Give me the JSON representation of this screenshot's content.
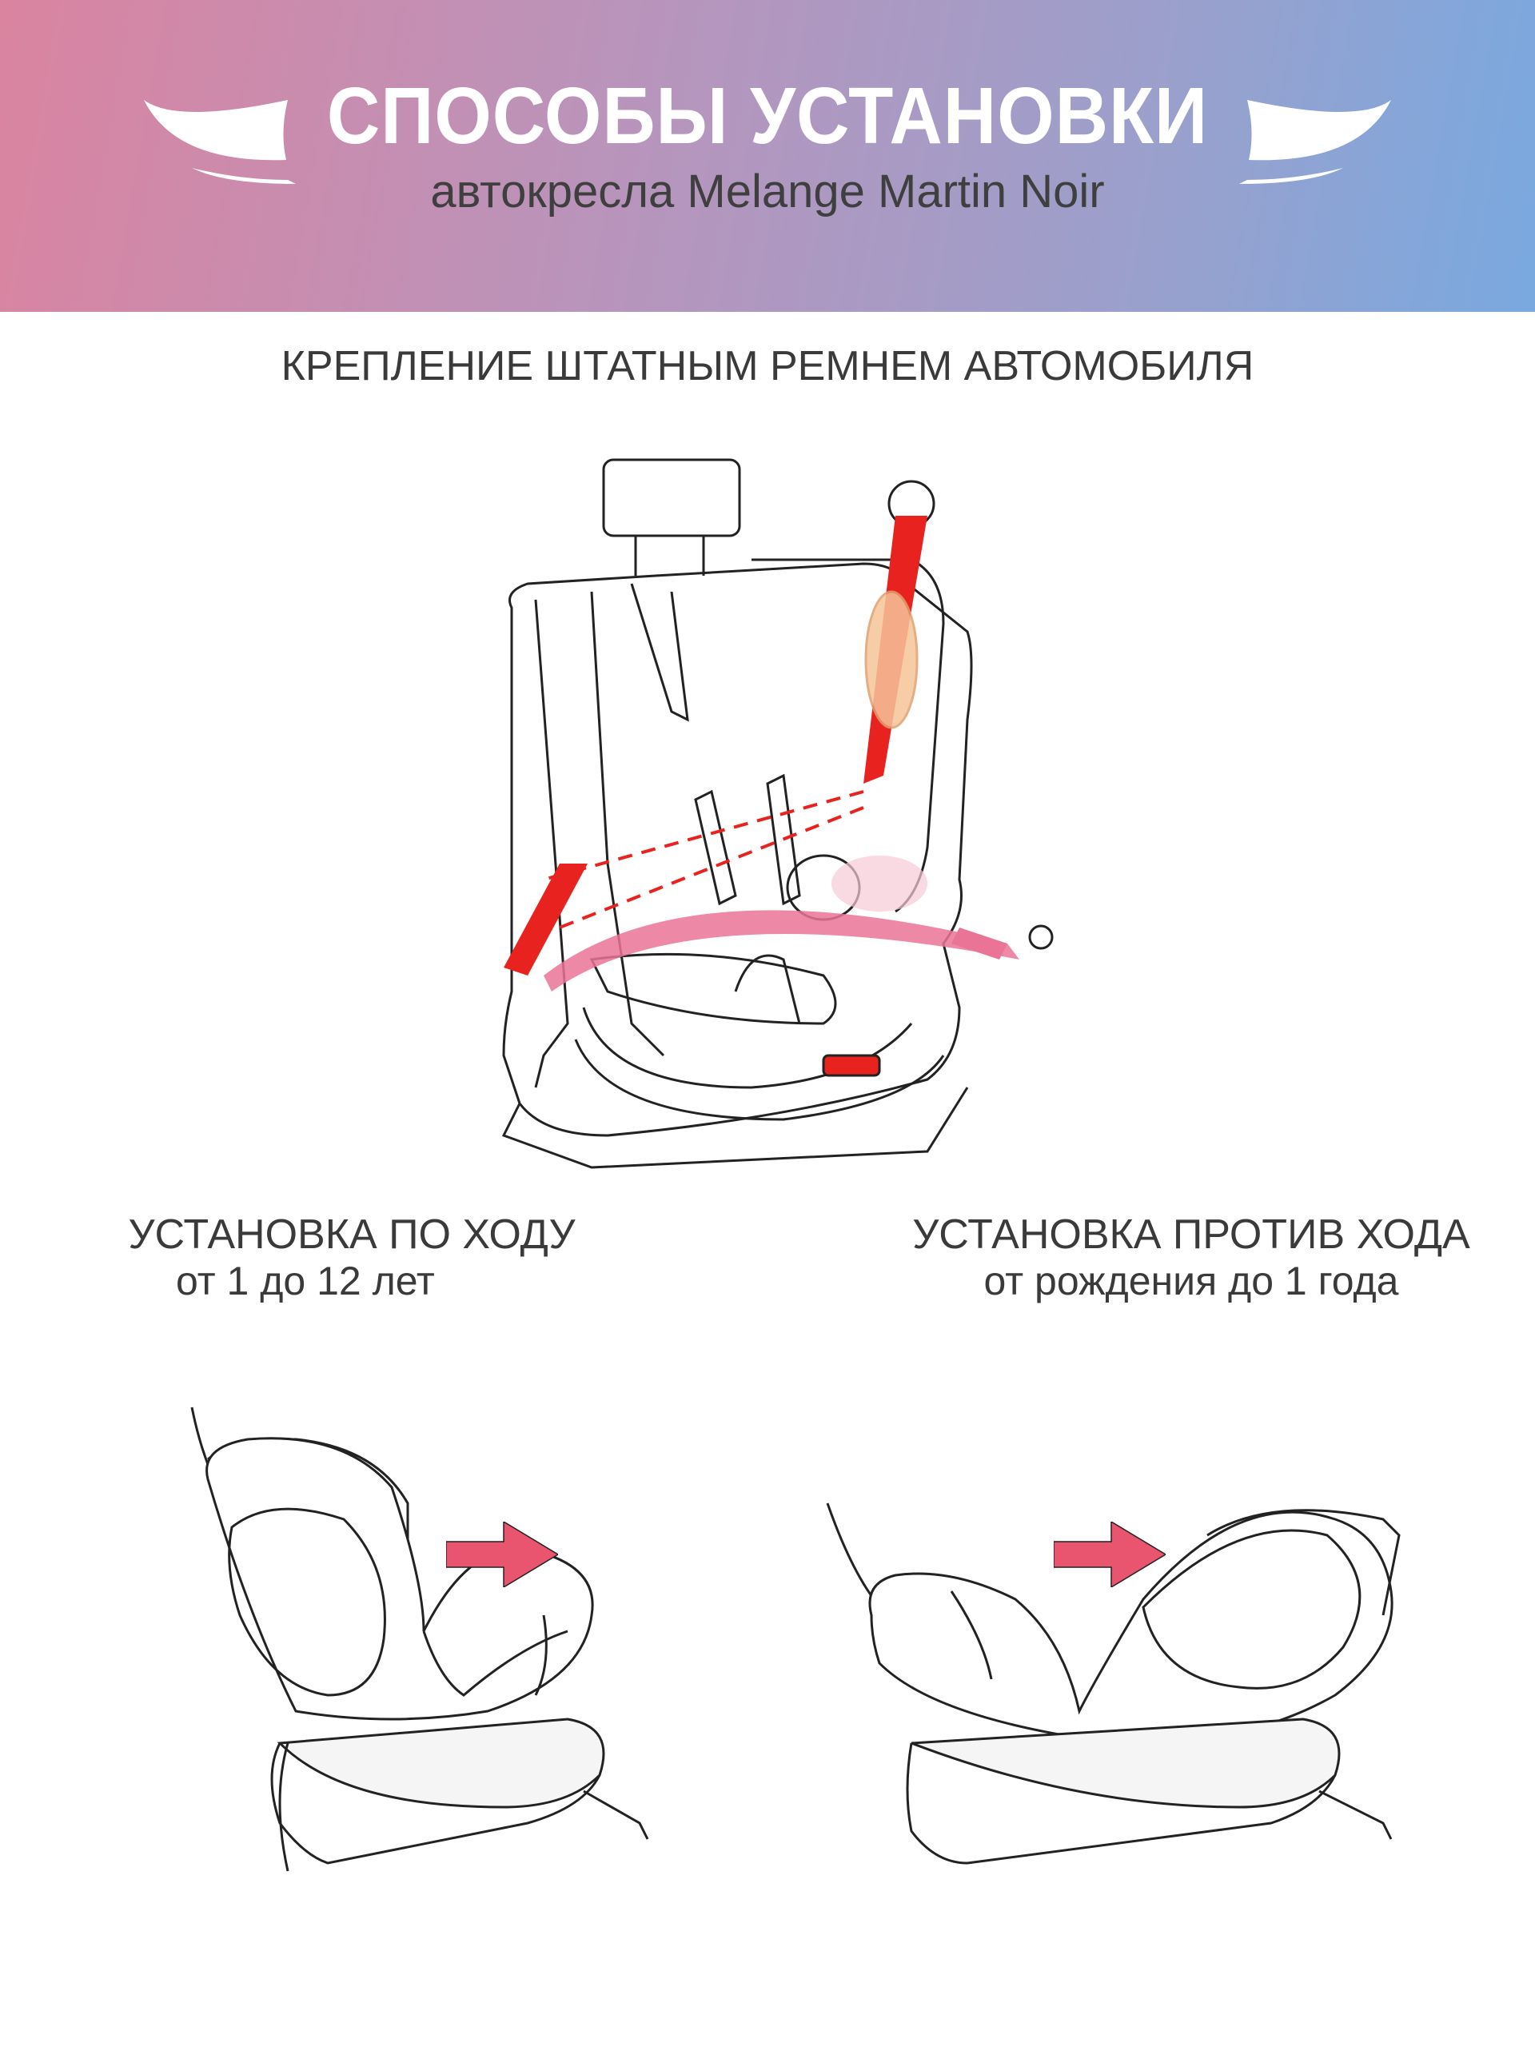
{
  "header": {
    "title": "СПОСОБЫ УСТАНОВКИ",
    "subtitle": "автокресла Melange Martin Noir"
  },
  "section": {
    "heading": "КРЕПЛЕНИЕ ШТАТНЫМ РЕМНЕМ АВТОМОБИЛЯ"
  },
  "forward": {
    "title": "УСТАНОВКА ПО ХОДУ",
    "age": "от 1 до 12 лет"
  },
  "rearward": {
    "title": "УСТАНОВКА ПРОТИВ ХОДА",
    "age": "от рождения до 1 года"
  },
  "colors": {
    "belt_red": "#e8231f",
    "belt_pink": "#ea7496",
    "arrow": "#e9546f",
    "text": "#3a3a3a"
  }
}
